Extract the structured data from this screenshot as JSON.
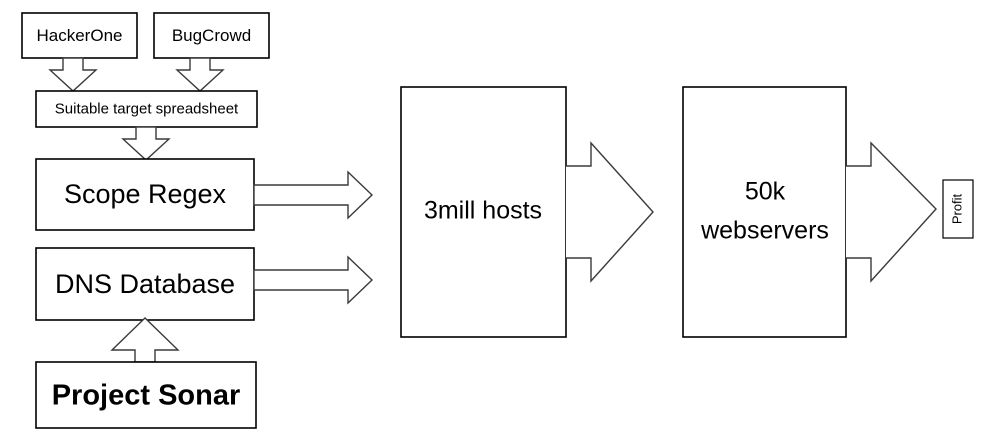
{
  "diagram": {
    "title": "Recon pipeline flow diagram",
    "background_color": "#ffffff",
    "stroke_color": "#000000",
    "arrow_stroke_color": "#3a3a3a",
    "nodes": {
      "hackerone": {
        "label": "HackerOne"
      },
      "bugcrowd": {
        "label": "BugCrowd"
      },
      "spreadsheet": {
        "label": "Suitable target spreadsheet"
      },
      "scope_regex": {
        "label": "Scope Regex"
      },
      "dns_database": {
        "label": "DNS Database"
      },
      "project_sonar": {
        "label": "Project Sonar"
      },
      "hosts": {
        "label": "3mill hosts"
      },
      "webservers_line1": {
        "label": "50k"
      },
      "webservers_line2": {
        "label": "webservers"
      },
      "profit": {
        "label": "Profit"
      }
    },
    "edges": [
      {
        "name": "hackerone-to-spreadsheet",
        "from": "hackerone",
        "to": "spreadsheet",
        "direction": "down"
      },
      {
        "name": "bugcrowd-to-spreadsheet",
        "from": "bugcrowd",
        "to": "spreadsheet",
        "direction": "down"
      },
      {
        "name": "spreadsheet-to-scope-regex",
        "from": "spreadsheet",
        "to": "scope_regex",
        "direction": "down"
      },
      {
        "name": "scope-regex-to-hosts",
        "from": "scope_regex",
        "to": "hosts",
        "direction": "right"
      },
      {
        "name": "dns-database-to-hosts",
        "from": "dns_database",
        "to": "hosts",
        "direction": "right"
      },
      {
        "name": "project-sonar-to-dns-database",
        "from": "project_sonar",
        "to": "dns_database",
        "direction": "up"
      },
      {
        "name": "hosts-to-webservers",
        "from": "hosts",
        "to": "webservers",
        "direction": "right"
      },
      {
        "name": "webservers-to-profit",
        "from": "webservers",
        "to": "profit",
        "direction": "right"
      }
    ]
  }
}
